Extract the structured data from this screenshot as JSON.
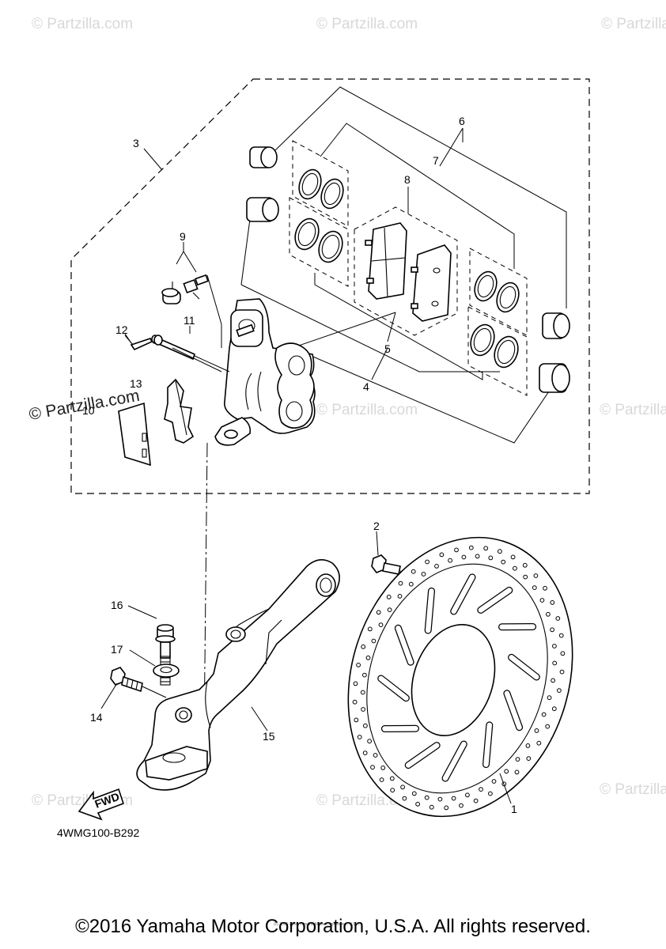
{
  "watermark": {
    "text": "© Partzilla.com",
    "prominent_text": "© Partzilla.com"
  },
  "callouts": [
    "1",
    "2",
    "3",
    "4",
    "5",
    "6",
    "7",
    "8",
    "9",
    "10",
    "11",
    "12",
    "13",
    "14",
    "15",
    "16",
    "17"
  ],
  "fwd_label": "FWD",
  "diagram_code": "4WMG100-B292",
  "small_print": "(c) 2005-2016 Yamaha Motor Corporation, U.S.A.",
  "copyright": "©2016 Yamaha Motor Corporation, U.S.A. All rights reserved."
}
